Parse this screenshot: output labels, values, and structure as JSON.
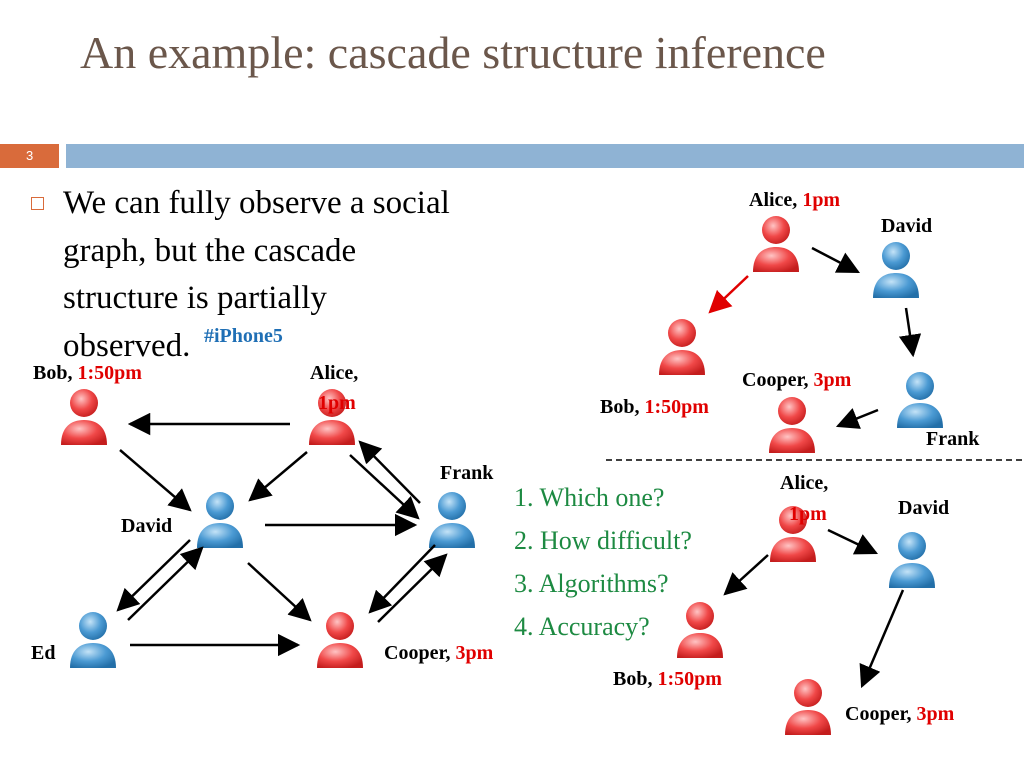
{
  "slide": {
    "title": "An example: cascade structure inference",
    "number": "3",
    "bullet": "We can fully observe a social graph, but the cascade structure is partially observed.",
    "hashtag": "#iPhone5",
    "questions": [
      "1. Which one?",
      "2. How difficult?",
      "3. Algorithms?",
      "4. Accuracy?"
    ],
    "colors": {
      "title": "#6b574b",
      "accent": "#d96b3b",
      "band": "#8fb3d4",
      "infected": "#e83a3a",
      "uninfected": "#3f8fc9",
      "time": "#e00000",
      "question": "#1d8a42",
      "hashtag": "#1f6fb5"
    }
  },
  "graph_left": {
    "labels": {
      "bob_name": "Bob,",
      "bob_time": "1:50pm",
      "alice_name": "Alice,",
      "alice_time": "1pm",
      "frank_name": "Frank",
      "david_name": "David",
      "ed_name": "Ed",
      "cooper_name": "Cooper,",
      "cooper_time": "3pm"
    }
  },
  "graph_top_right": {
    "labels": {
      "alice_name": "Alice,",
      "alice_time": "1pm",
      "david_name": "David",
      "cooper_name": "Cooper,",
      "cooper_time": "3pm",
      "bob_name": "Bob,",
      "bob_time": "1:50pm",
      "frank_name": "Frank"
    }
  },
  "graph_bottom_right": {
    "labels": {
      "alice_name": "Alice,",
      "alice_time": "1pm",
      "david_name": "David",
      "bob_name": "Bob,",
      "bob_time": "1:50pm",
      "cooper_name": "Cooper,",
      "cooper_time": "3pm"
    }
  }
}
